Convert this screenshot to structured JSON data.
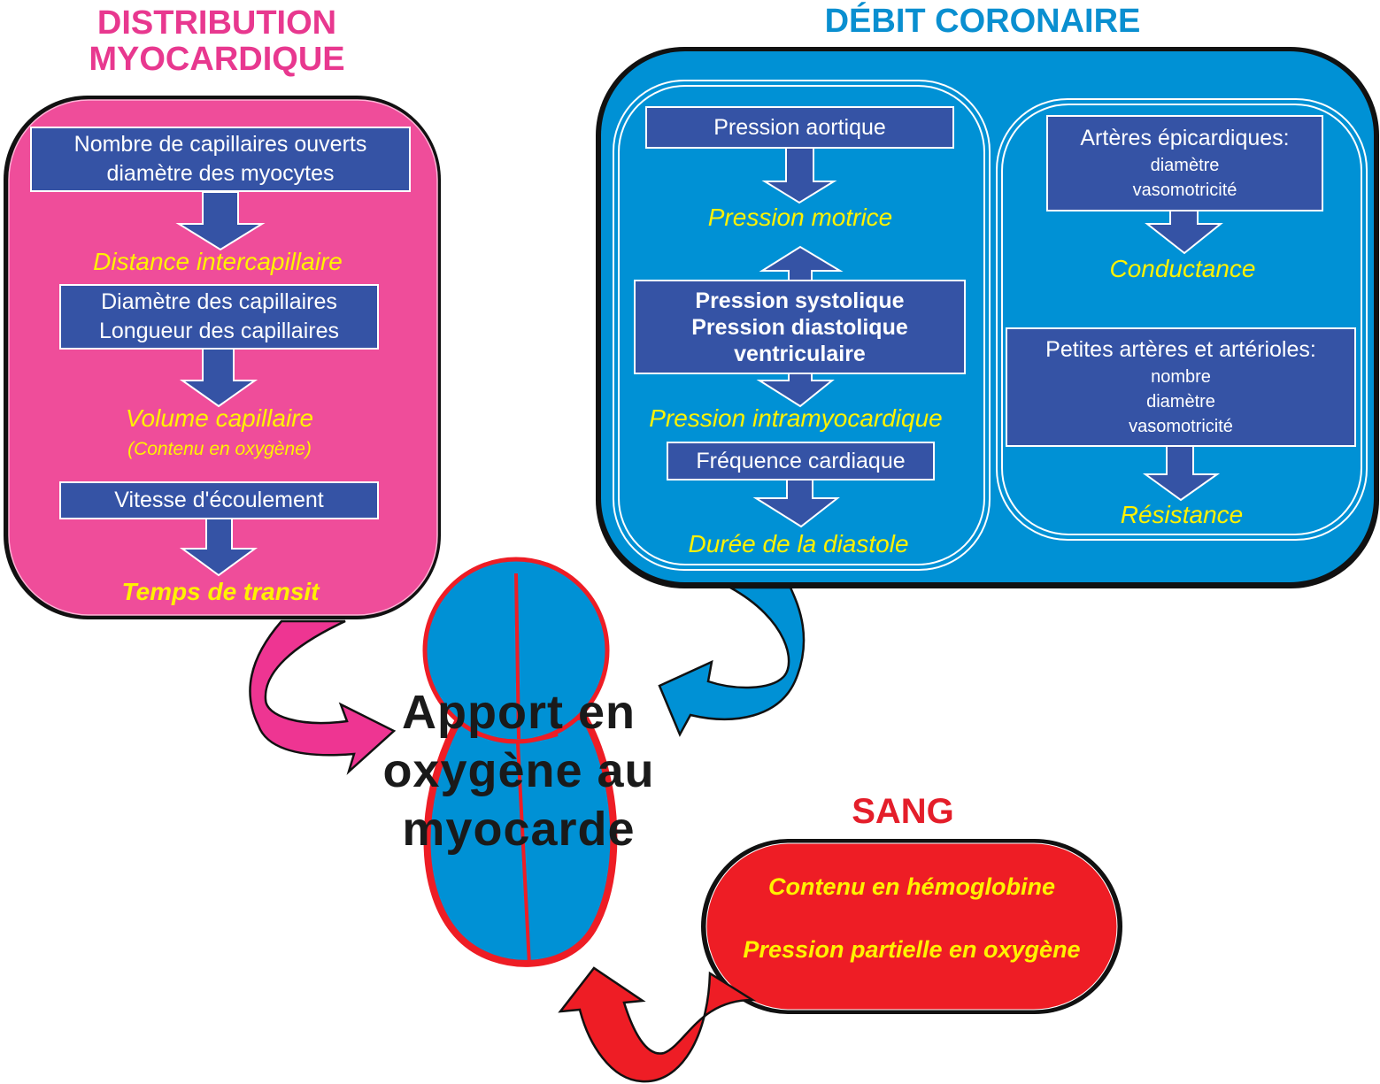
{
  "colors": {
    "pink": "#ef4d9a",
    "pink_title": "#e8388f",
    "blue": "#0091d5",
    "blue_title": "#0a8fd0",
    "box_blue": "#3553a5",
    "yellow": "#fff200",
    "red": "#ee1d25",
    "red_title": "#e41e2a",
    "outline": "#111111"
  },
  "distribution": {
    "title_line1": "DISTRIBUTION",
    "title_line2": "MYOCARDIQUE",
    "box1_line1": "Nombre de capillaires ouverts",
    "box1_line2": "diamètre des myocytes",
    "out1": "Distance intercapillaire",
    "box2_line1": "Diamètre des capillaires",
    "box2_line2": "Longueur des capillaires",
    "out2": "Volume capillaire",
    "out2_sub": "(Contenu en oxygène)",
    "box3": "Vitesse d'écoulement",
    "out3": "Temps de transit"
  },
  "debit": {
    "title": "DÉBIT CORONAIRE",
    "left": {
      "box1": "Pression aortique",
      "out1": "Pression motrice",
      "box2_line1": "Pression systolique",
      "box2_line2": "Pression diastolique",
      "box2_line3": "ventriculaire",
      "out2": "Pression intramyocardique",
      "box3": "Fréquence cardiaque",
      "out3": "Durée de la diastole"
    },
    "right": {
      "box1_title": "Artères épicardiques:",
      "box1_item1": "diamètre",
      "box1_item2": "vasomotricité",
      "out1": "Conductance",
      "box2_title": "Petites artères et artérioles:",
      "box2_item1": "nombre",
      "box2_item2": "diamètre",
      "box2_item3": "vasomotricité",
      "out2": "Résistance"
    }
  },
  "center": {
    "line1": "Apport en",
    "line2": "oxygène au",
    "line3": "myocarde"
  },
  "sang": {
    "title": "SANG",
    "line1": "Contenu en hémoglobine",
    "line2": "Pression partielle en oxygène"
  }
}
